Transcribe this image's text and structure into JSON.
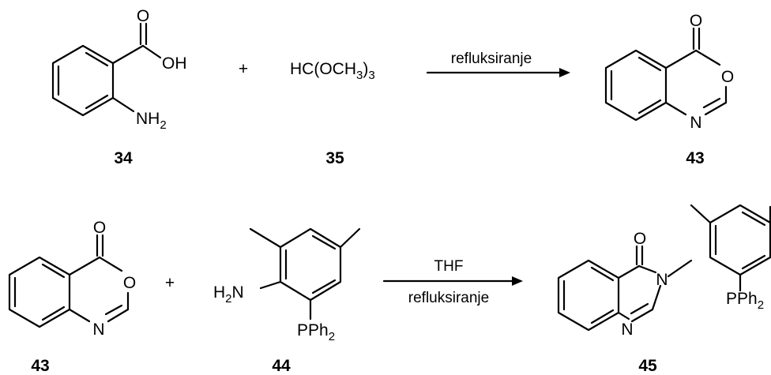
{
  "scheme": {
    "plus": "+",
    "row1": {
      "compound_34": {
        "number": "34",
        "oh": "OH",
        "o": "O",
        "nh": "NH",
        "nh_sub": "2"
      },
      "compound_35": {
        "number": "35",
        "formula_main": "HC(OCH",
        "formula_sub1": "3",
        "formula_close": ")",
        "formula_sub2": "3"
      },
      "arrow_label": "refluksiranje",
      "compound_43": {
        "number": "43",
        "o_carbonyl": "O",
        "o_ring": "O",
        "n": "N"
      }
    },
    "row2": {
      "compound_43": {
        "number": "43",
        "o_carbonyl": "O",
        "o_ring": "O",
        "n": "N"
      },
      "compound_44": {
        "number": "44",
        "h2n_h": "H",
        "h2n_sub": "2",
        "h2n_n": "N",
        "pph": "PPh",
        "pph_sub": "2"
      },
      "arrow_label_top": "THF",
      "arrow_label_bottom": "refluksiranje",
      "compound_45": {
        "number": "45",
        "o": "O",
        "n_amide": "N",
        "n_ring": "N",
        "pph": "PPh",
        "pph_sub": "2"
      }
    }
  }
}
